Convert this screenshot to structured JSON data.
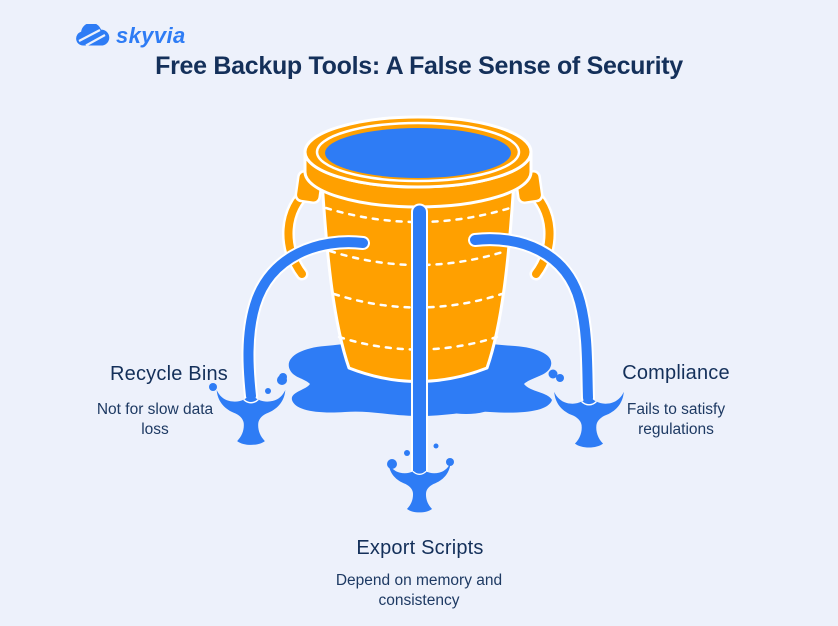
{
  "brand": {
    "name": "skyvia",
    "icon": "cloud-icon"
  },
  "header": {
    "title": "Free Backup Tools: A False Sense of Security"
  },
  "colors": {
    "background": "#edf1fb",
    "bucket": "#ffa000",
    "water": "#2e7cf5",
    "navy": "#14305a",
    "logo_blue": "#2e7cf5"
  },
  "illustration": {
    "name": "leaky-bucket-with-three-streams"
  },
  "callouts": [
    {
      "id": "recycle-bins",
      "label": "Recycle Bins",
      "description": "Not for slow data loss"
    },
    {
      "id": "compliance",
      "label": "Compliance",
      "description": "Fails to satisfy regulations"
    },
    {
      "id": "export-scripts",
      "label": "Export Scripts",
      "description": "Depend on memory and consistency"
    }
  ]
}
